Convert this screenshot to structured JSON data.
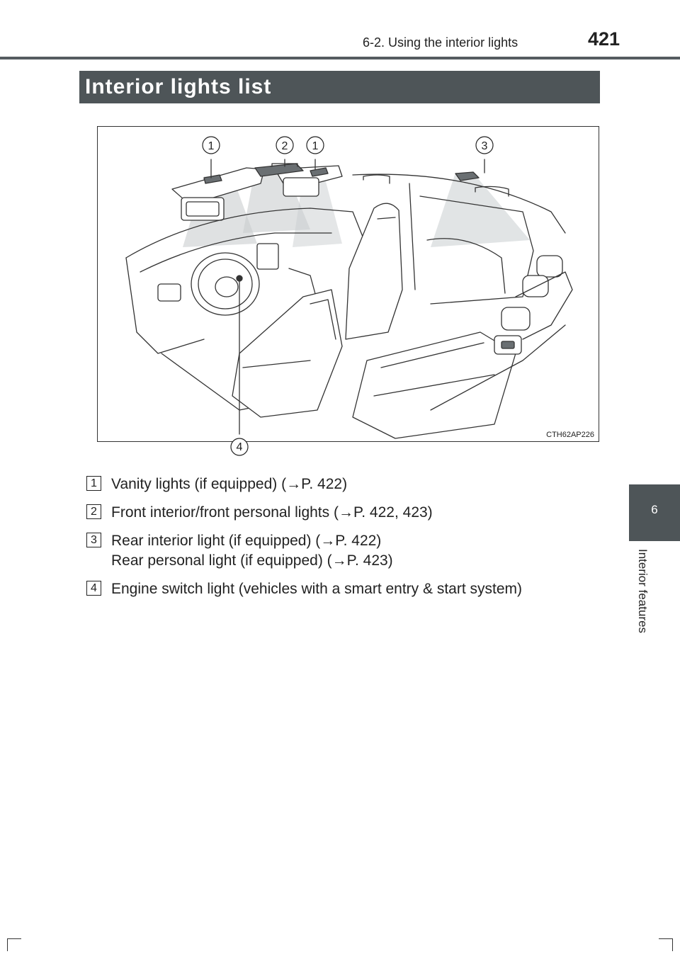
{
  "header": {
    "section": "6-2. Using the interior lights",
    "page_number": "421"
  },
  "title": "Interior lights list",
  "figure": {
    "code": "CTH62AP226",
    "callouts": [
      "1",
      "2",
      "1",
      "3",
      "4"
    ]
  },
  "side_tab": {
    "chapter_number": "6",
    "chapter_label": "Interior features"
  },
  "items": [
    {
      "number": "1",
      "lines": [
        "Vanity lights (if equipped) (→P. 422)"
      ]
    },
    {
      "number": "2",
      "lines": [
        "Front interior/front personal lights (→P. 422, 423)"
      ]
    },
    {
      "number": "3",
      "lines": [
        "Rear interior light (if equipped) (→P. 422)",
        "Rear personal light (if equipped) (→P. 423)"
      ]
    },
    {
      "number": "4",
      "lines": [
        "Engine switch light (vehicles with a smart entry & start system)"
      ]
    }
  ]
}
